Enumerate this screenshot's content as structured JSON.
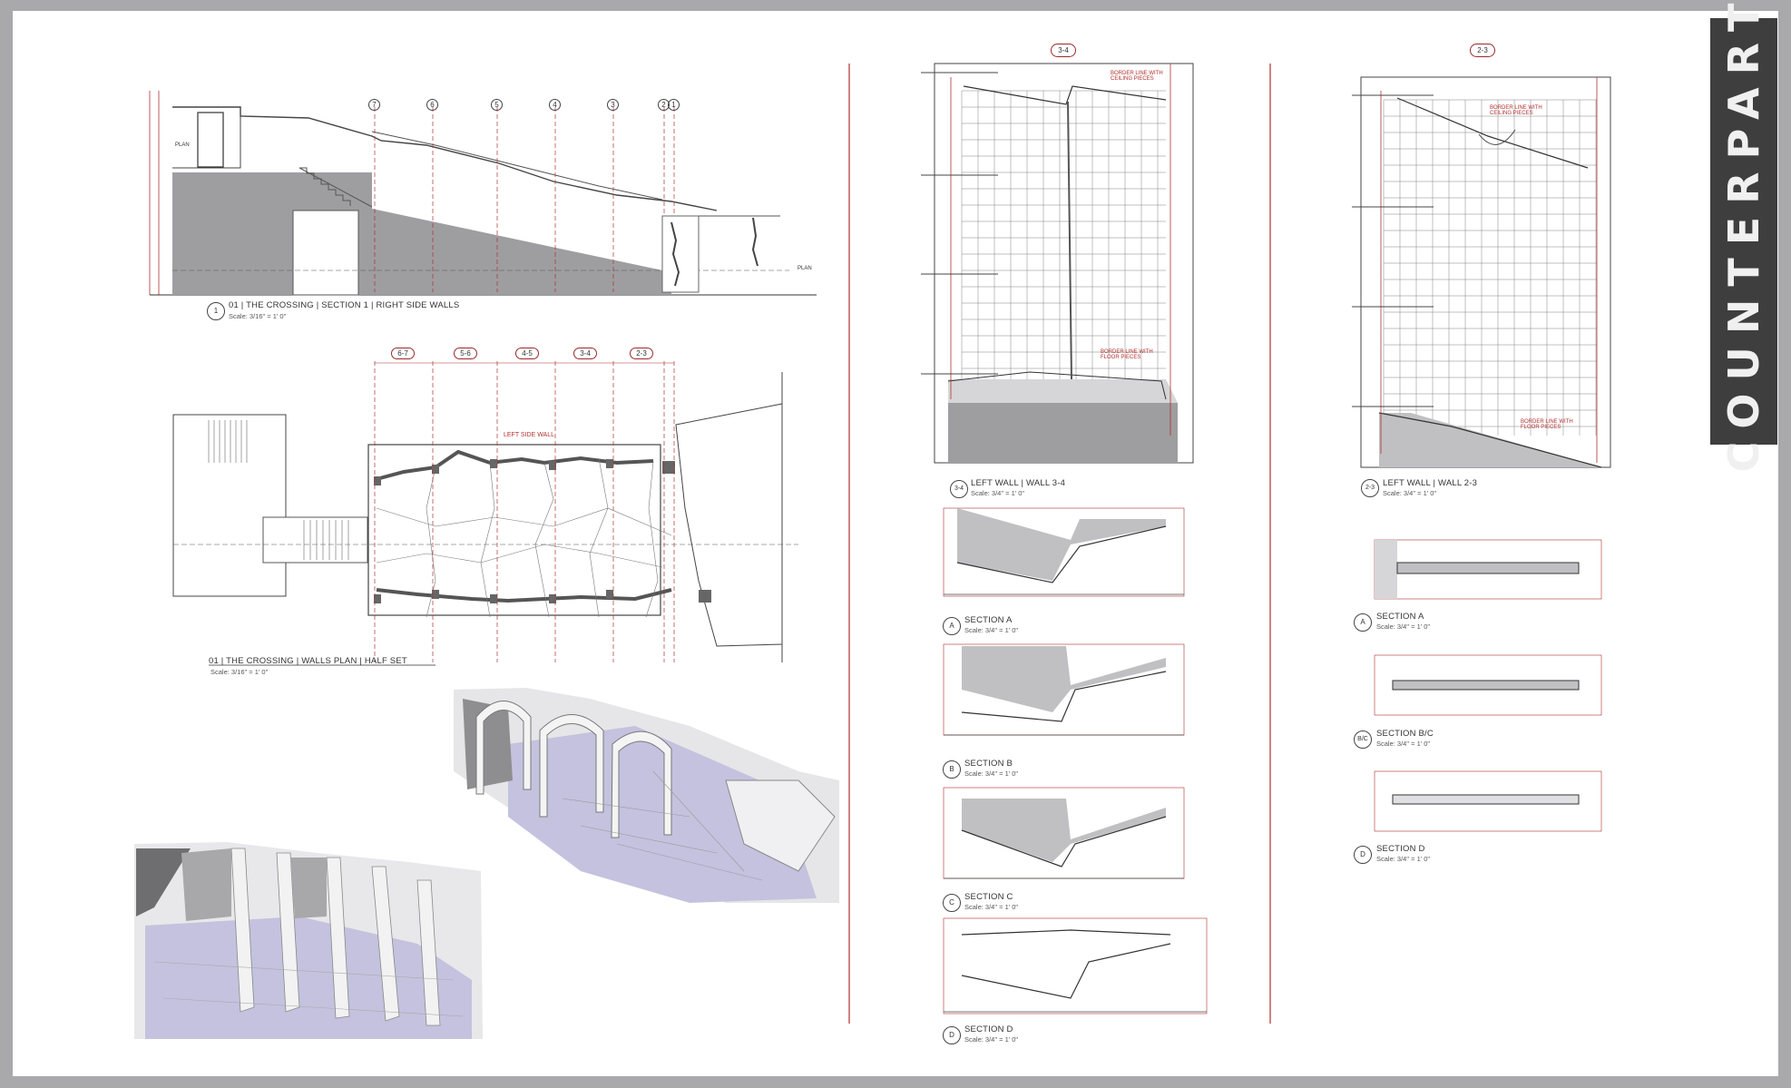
{
  "sheet": {
    "brand": "COUNTERPART",
    "drawings": {
      "section1": {
        "num": "1",
        "title": "01 | THE CROSSING | SECTION 1 | RIGHT SIDE WALLS",
        "scale": "Scale: 3/16\" = 1' 0\""
      },
      "plan": {
        "title": "01 | THE CROSSING | WALLS PLAN | HALF SET",
        "scale": "Scale: 3/16\" = 1' 0\"",
        "wall_label": "LEFT SIDE WALL"
      },
      "wall34": {
        "num": "3-4",
        "title": "LEFT WALL | WALL 3-4",
        "scale": "Scale: 3/4\" = 1' 0\"",
        "tag": "3-4"
      },
      "wall23": {
        "num": "2-3",
        "title": "LEFT WALL | WALL 2-3",
        "scale": "Scale: 3/4\" = 1' 0\"",
        "tag": "2-3"
      },
      "secA_l": {
        "num": "A",
        "title": "SECTION A",
        "scale": "Scale: 3/4\" = 1' 0\""
      },
      "secB_l": {
        "num": "B",
        "title": "SECTION B",
        "scale": "Scale: 3/4\" = 1' 0\""
      },
      "secC_l": {
        "num": "C",
        "title": "SECTION C",
        "scale": "Scale: 3/4\" = 1' 0\""
      },
      "secD_l": {
        "num": "D",
        "title": "SECTION D",
        "scale": "Scale: 3/4\" = 1' 0\""
      },
      "secA_r": {
        "num": "A",
        "title": "SECTION A",
        "scale": "Scale: 3/4\" = 1' 0\""
      },
      "secBC_r": {
        "num": "B/C",
        "title": "SECTION B/C",
        "scale": "Scale: 3/4\" = 1' 0\""
      },
      "secD_r": {
        "num": "D",
        "title": "SECTION D",
        "scale": "Scale: 3/4\" = 1' 0\""
      }
    },
    "grid_bubbles": [
      "7",
      "6",
      "5",
      "4",
      "3",
      "2",
      "1"
    ],
    "plan_tags": [
      "6-7",
      "5-6",
      "4-5",
      "3-4",
      "2-3"
    ],
    "notes": {
      "ceiling": "BORDER LINE WITH CEILING PIECES",
      "floor": "BORDER LINE WITH FLOOR PIECES",
      "plan_marker": "PLAN"
    },
    "colors": {
      "red": "#b03030",
      "shade": "#9e9ea0",
      "light_shade": "#cfcfd1",
      "lavender": "#c4c2de",
      "brand": "#3e3e3e"
    }
  }
}
